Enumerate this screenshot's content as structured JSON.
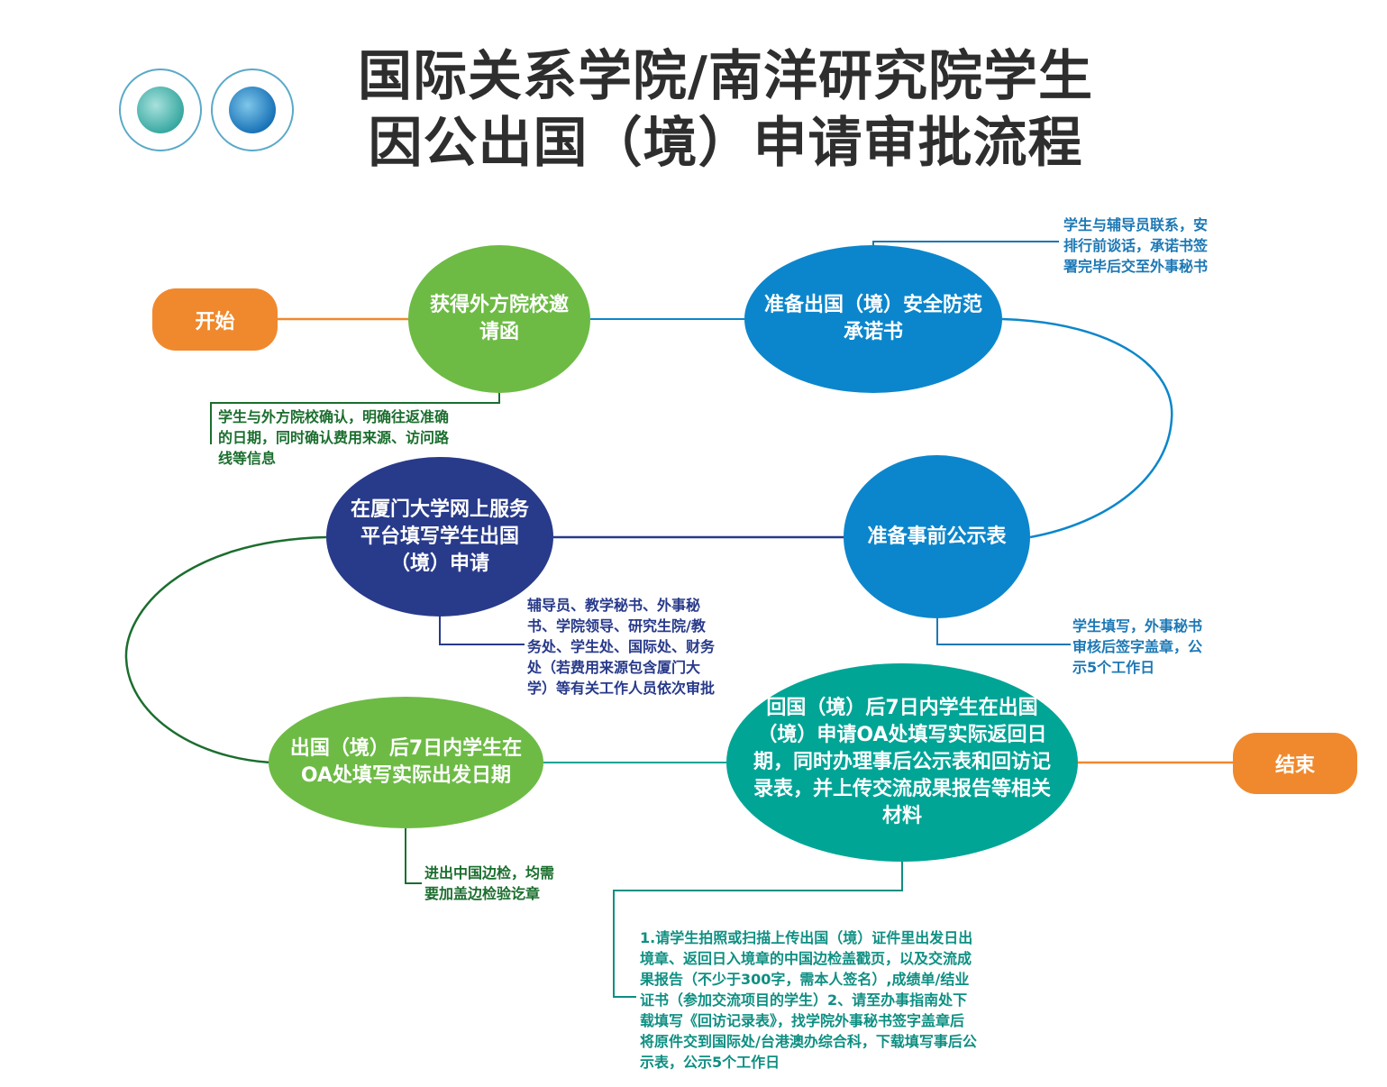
{
  "title": {
    "line1": "国际关系学院/南洋研究院学生",
    "line2": "因公出国（境）申请审批流程"
  },
  "colors": {
    "orange": "#f0892d",
    "green": "#6dbb45",
    "blue": "#0b86cc",
    "navy": "#283a8a",
    "teal": "#00a596",
    "green_text": "#1b6e2e",
    "blue_text": "#1d78b5",
    "navy_text": "#283a8a",
    "teal_text": "#0e8f82"
  },
  "nodes": {
    "start": "开始",
    "invitation": [
      "获得外方院校邀",
      "请函"
    ],
    "security": [
      "准备出国（境）安全防范",
      "承诺书"
    ],
    "prior_notice": "准备事前公示表",
    "online_apply": [
      "在厦门大学网上服务",
      "平台填写学生出国",
      "（境）申请"
    ],
    "departure": [
      "出国（境）后7日内学生在",
      "OA处填写实际出发日期"
    ],
    "return": [
      "回国（境）后7日内学生在出国",
      "（境）申请OA处填写实际返回日",
      "期，同时办理事后公示表和回访记",
      "录表，并上传交流成果报告等相关",
      "材料"
    ],
    "end": "结束"
  },
  "notes": {
    "invitation": [
      "学生与外方院校确认，明确往返准确",
      "的日期，同时确认费用来源、访问路",
      "线等信息"
    ],
    "security": [
      "学生与辅导员联系，安",
      "排行前谈话，承诺书签",
      "署完毕后交至外事秘书"
    ],
    "prior_notice": [
      "学生填写，外事秘书",
      "审核后签字盖章，公",
      "示5个工作日"
    ],
    "online_apply": [
      "辅导员、教学秘书、外事秘",
      "书、学院领导、研究生院/教",
      "务处、学生处、国际处、财务",
      "处（若费用来源包含厦门大",
      "学）等有关工作人员依次审批"
    ],
    "departure": [
      "进出中国边检，均需",
      "要加盖边检验讫章"
    ],
    "return": [
      "1.请学生拍照或扫描上传出国（境）证件里出发日出",
      "境章、返回日入境章的中国边检盖戳页，以及交流成",
      "果报告（不少于300字，需本人签名）,成绩单/结业",
      "证书（参加交流项目的学生）2、请至办事指南处下",
      "载填写《回访记录表》，找学院外事秘书签字盖章后",
      "将原件交到国际处/台港澳办综合科，下载填写事后公",
      "示表，公示5个工作日"
    ]
  }
}
